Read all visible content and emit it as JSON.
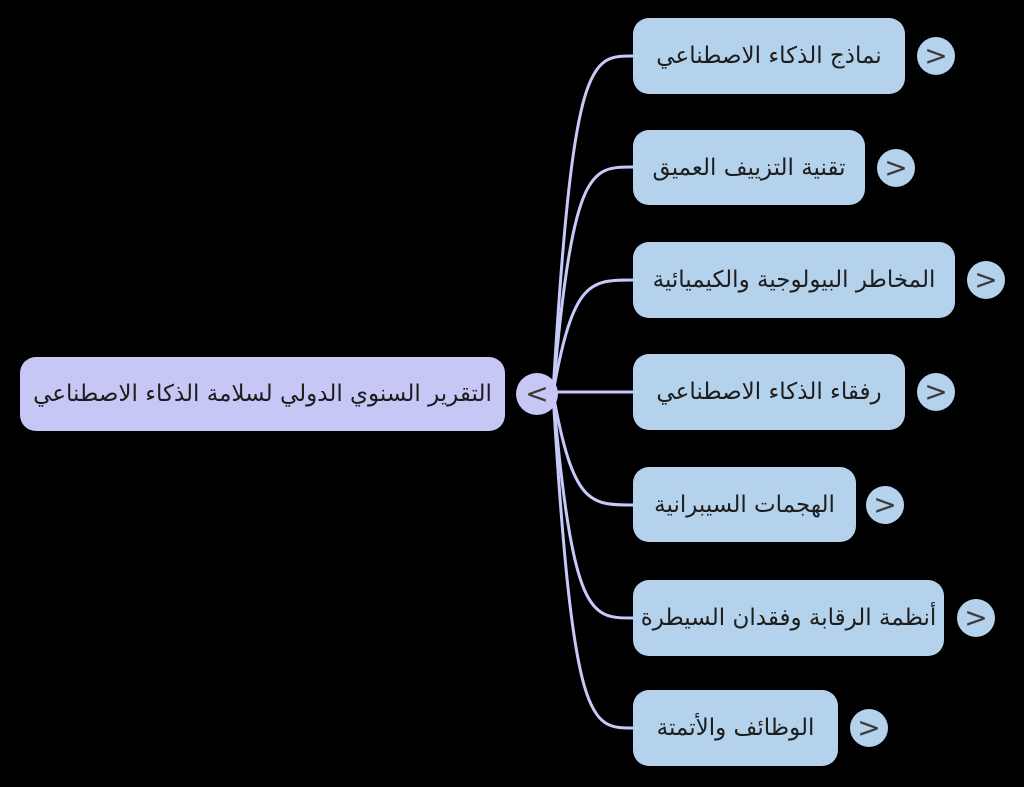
{
  "mindmap": {
    "root": {
      "label": "التقرير السنوي الدولي لسلامة الذكاء الاصطناعي",
      "toggle": "<"
    },
    "children": [
      {
        "label": "نماذج الذكاء الاصطناعي",
        "toggle": ">"
      },
      {
        "label": "تقنية التزييف العميق",
        "toggle": ">"
      },
      {
        "label": "المخاطر البيولوجية والكيميائية",
        "toggle": ">"
      },
      {
        "label": "رفقاء الذكاء الاصطناعي",
        "toggle": ">"
      },
      {
        "label": "الهجمات السيبرانية",
        "toggle": ">"
      },
      {
        "label": "أنظمة الرقابة وفقدان السيطرة",
        "toggle": ">"
      },
      {
        "label": "الوظائف والأتمتة",
        "toggle": ">"
      }
    ],
    "colors": {
      "background": "#000000",
      "root_fill": "#c7c7f5",
      "child_fill": "#b5d2ec",
      "link": "#c7c9f8",
      "text": "#1d1d1d"
    }
  }
}
